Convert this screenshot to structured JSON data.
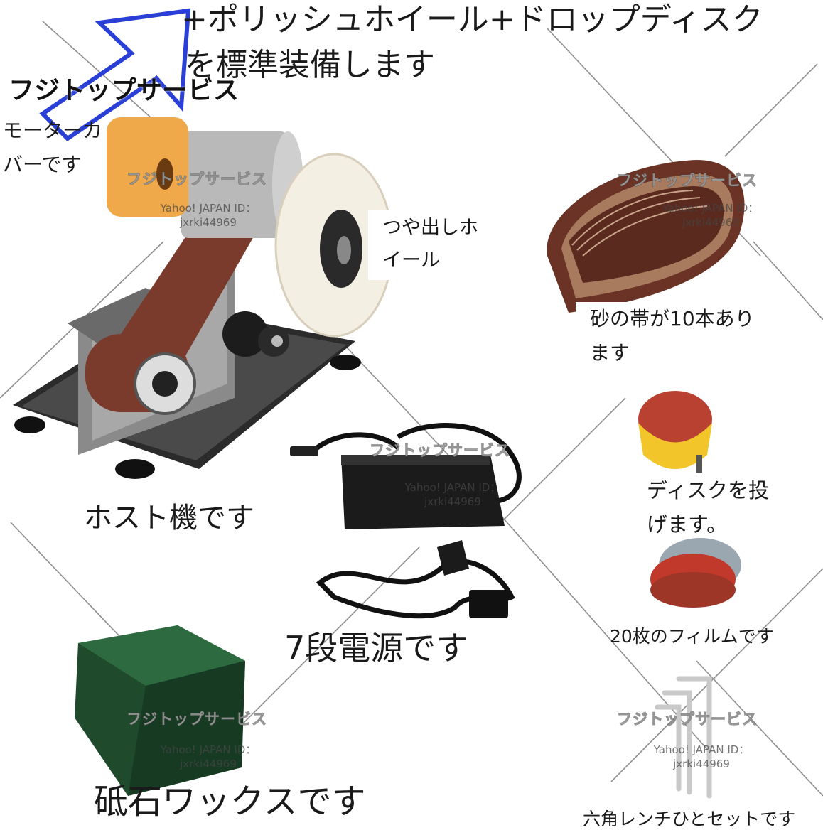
{
  "header": {
    "line1": "+ポリッシュホイール+ドロップディスク",
    "line2": "を標準装備します"
  },
  "shop_logo": "フジトップサービス",
  "captions": {
    "motor_cover": [
      "モーターカ",
      "バーです"
    ],
    "polish_wheel": [
      "つや出しホ",
      "イール"
    ],
    "sanding_belts": [
      "砂の帯が10本あり",
      "ます"
    ],
    "host_machine": "ホスト機です",
    "drop_disc": [
      "ディスクを投",
      "げます。"
    ],
    "films": "20枚のフィルムです",
    "power_supply": "7段電源です",
    "wax": "砥石ワックスです",
    "hex_wrench": "六角レンチひとセットです"
  },
  "watermark": {
    "shop": "フジトップサービス",
    "id_line1": "Yahoo! JAPAN ID：",
    "id_line2": "jxrki44969"
  },
  "colors": {
    "motor_cover": "#f0a94a",
    "belt": "#7a3b2c",
    "wax": "#1f4a2c",
    "disc_red": "#b84132",
    "disc_yellow": "#f2c52b",
    "logo_arrow": "#2a3fd6"
  }
}
